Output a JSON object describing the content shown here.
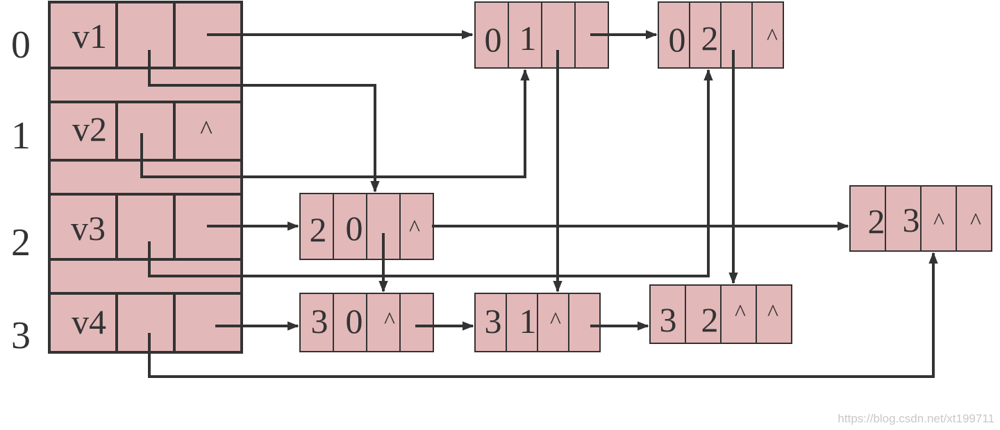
{
  "vertex_table": {
    "indices": [
      "0",
      "1",
      "2",
      "3"
    ],
    "rows": [
      {
        "data": "v1",
        "firstin": "",
        "firstout": ""
      },
      {
        "data": "v2",
        "firstin": "",
        "firstout": "^"
      },
      {
        "data": "v3",
        "firstin": "",
        "firstout": ""
      },
      {
        "data": "v4",
        "firstin": "",
        "firstout": ""
      }
    ]
  },
  "arc_nodes": [
    {
      "id": "a01",
      "cells": [
        "0",
        "1",
        "",
        ""
      ]
    },
    {
      "id": "a02",
      "cells": [
        "0",
        "2",
        "",
        "^"
      ]
    },
    {
      "id": "a20",
      "cells": [
        "2",
        "0",
        "",
        "^"
      ]
    },
    {
      "id": "a23",
      "cells": [
        "2",
        "3",
        "^",
        "^"
      ]
    },
    {
      "id": "a30",
      "cells": [
        "3",
        "0",
        "^",
        ""
      ]
    },
    {
      "id": "a31",
      "cells": [
        "3",
        "1",
        "^",
        ""
      ]
    },
    {
      "id": "a32",
      "cells": [
        "3",
        "2",
        "^",
        "^"
      ]
    }
  ],
  "links": [
    {
      "from": "v1.firstout",
      "to": "a01"
    },
    {
      "from": "a01.tlink",
      "to": "a02"
    },
    {
      "from": "v3.firstout",
      "to": "a20"
    },
    {
      "from": "a20.tlink",
      "to": "a23"
    },
    {
      "from": "v4.firstout",
      "to": "a30"
    },
    {
      "from": "a30.tlink",
      "to": "a31"
    },
    {
      "from": "a31.tlink",
      "to": "a32"
    },
    {
      "from": "v1.firstin",
      "to": "a20"
    },
    {
      "from": "v2.firstin",
      "to": "a01"
    },
    {
      "from": "v3.firstin",
      "to": "a02"
    },
    {
      "from": "v4.firstin",
      "to": "a23"
    },
    {
      "from": "a01.hlink",
      "to": "a31"
    },
    {
      "from": "a02.hlink",
      "to": "a32"
    },
    {
      "from": "a20.hlink",
      "to": "a30"
    }
  ],
  "watermark": "https://blog.csdn.net/xt199711"
}
